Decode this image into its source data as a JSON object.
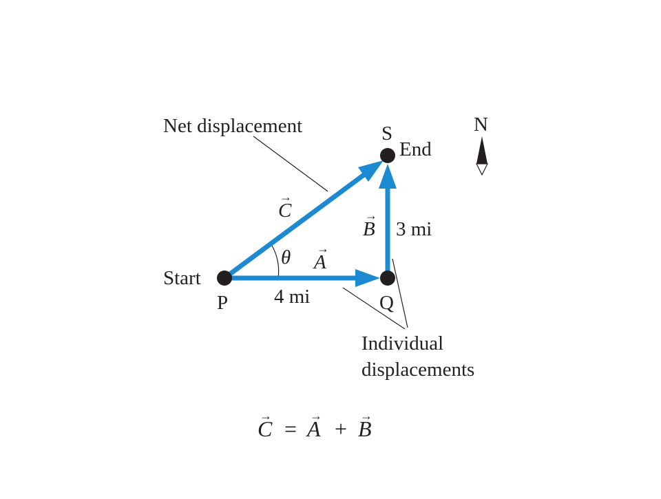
{
  "diagram": {
    "labels": {
      "net_displacement": "Net displacement",
      "start": "Start",
      "end": "End",
      "point_p": "P",
      "point_q": "Q",
      "point_s": "S",
      "north": "N",
      "individual_line1": "Individual",
      "individual_line2": "displacements",
      "distance_a": "4 mi",
      "distance_b": "3 mi",
      "angle": "θ"
    },
    "vectors": {
      "a": "A",
      "b": "B",
      "c": "C",
      "arrow_mark": "→"
    },
    "equation": {
      "c": "C",
      "equals": "=",
      "a": "A",
      "plus": "+",
      "b": "B"
    },
    "colors": {
      "vector": "#1b8ad1",
      "point": "#231f20",
      "text": "#231f20"
    }
  }
}
